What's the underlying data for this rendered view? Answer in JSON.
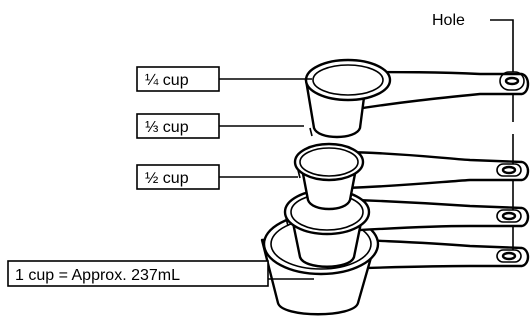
{
  "labels": {
    "quarter_cup": "¼ cup",
    "third_cup": "⅓ cup",
    "half_cup": "½ cup",
    "one_cup": "1 cup = Approx. 237mL",
    "hole": "Hole"
  },
  "colors": {
    "line": "#000000",
    "background": "#ffffff"
  }
}
